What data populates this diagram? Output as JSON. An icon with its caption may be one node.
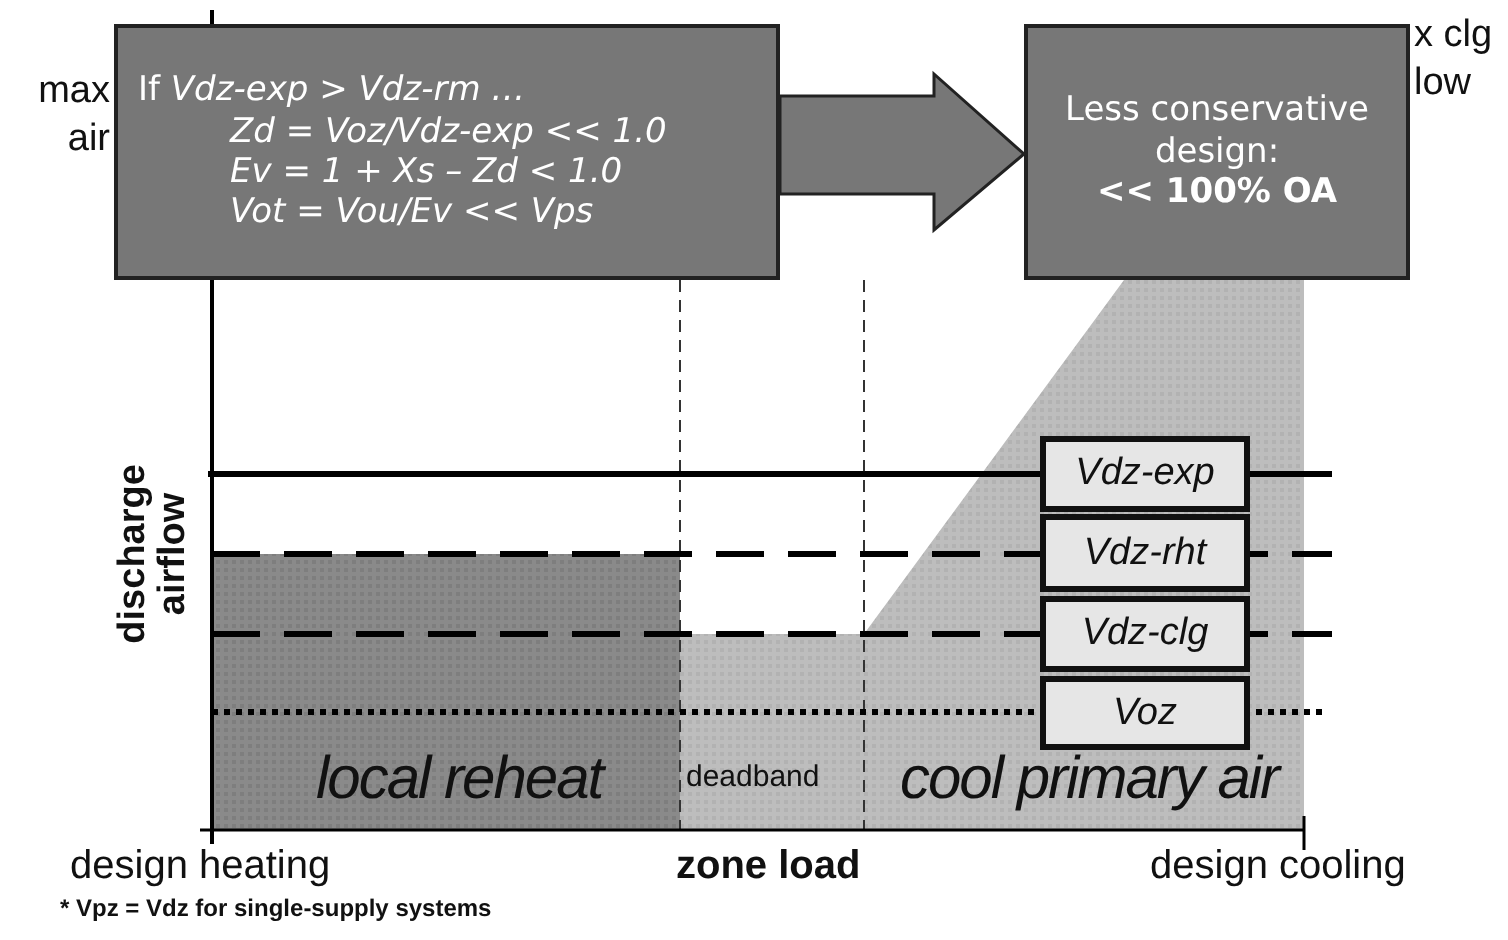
{
  "diagram": {
    "nodes": [
      {
        "text": [
          "If *Vdz-exp > Vdz-rm …*",
          "Zd = Voz/Vdz-exp << 1.0",
          "Ev = 1 + Xs – Zd < 1.0",
          "Vot = Vou/Ev << Vps"
        ]
      },
      {
        "text": [
          "Less conservative design:",
          "<< 100% OA"
        ]
      },
      {
        "text": [
          "Vdz-exp"
        ]
      },
      {
        "text": [
          "Vdz-rht"
        ]
      },
      {
        "text": [
          "Vdz-clg"
        ]
      },
      {
        "text": [
          "Voz"
        ]
      }
    ],
    "edges": [
      {
        "from": 0,
        "to": 1,
        "arrow": "to",
        "style": "thick"
      }
    ],
    "labels": [
      "max",
      "x clg",
      "air",
      "low",
      "discharge airflow",
      "local reheat",
      "deadband",
      "cool primary air",
      "design heating",
      "zone load",
      "design cooling",
      "* Vpz = Vdz for single-supply systems"
    ]
  }
}
